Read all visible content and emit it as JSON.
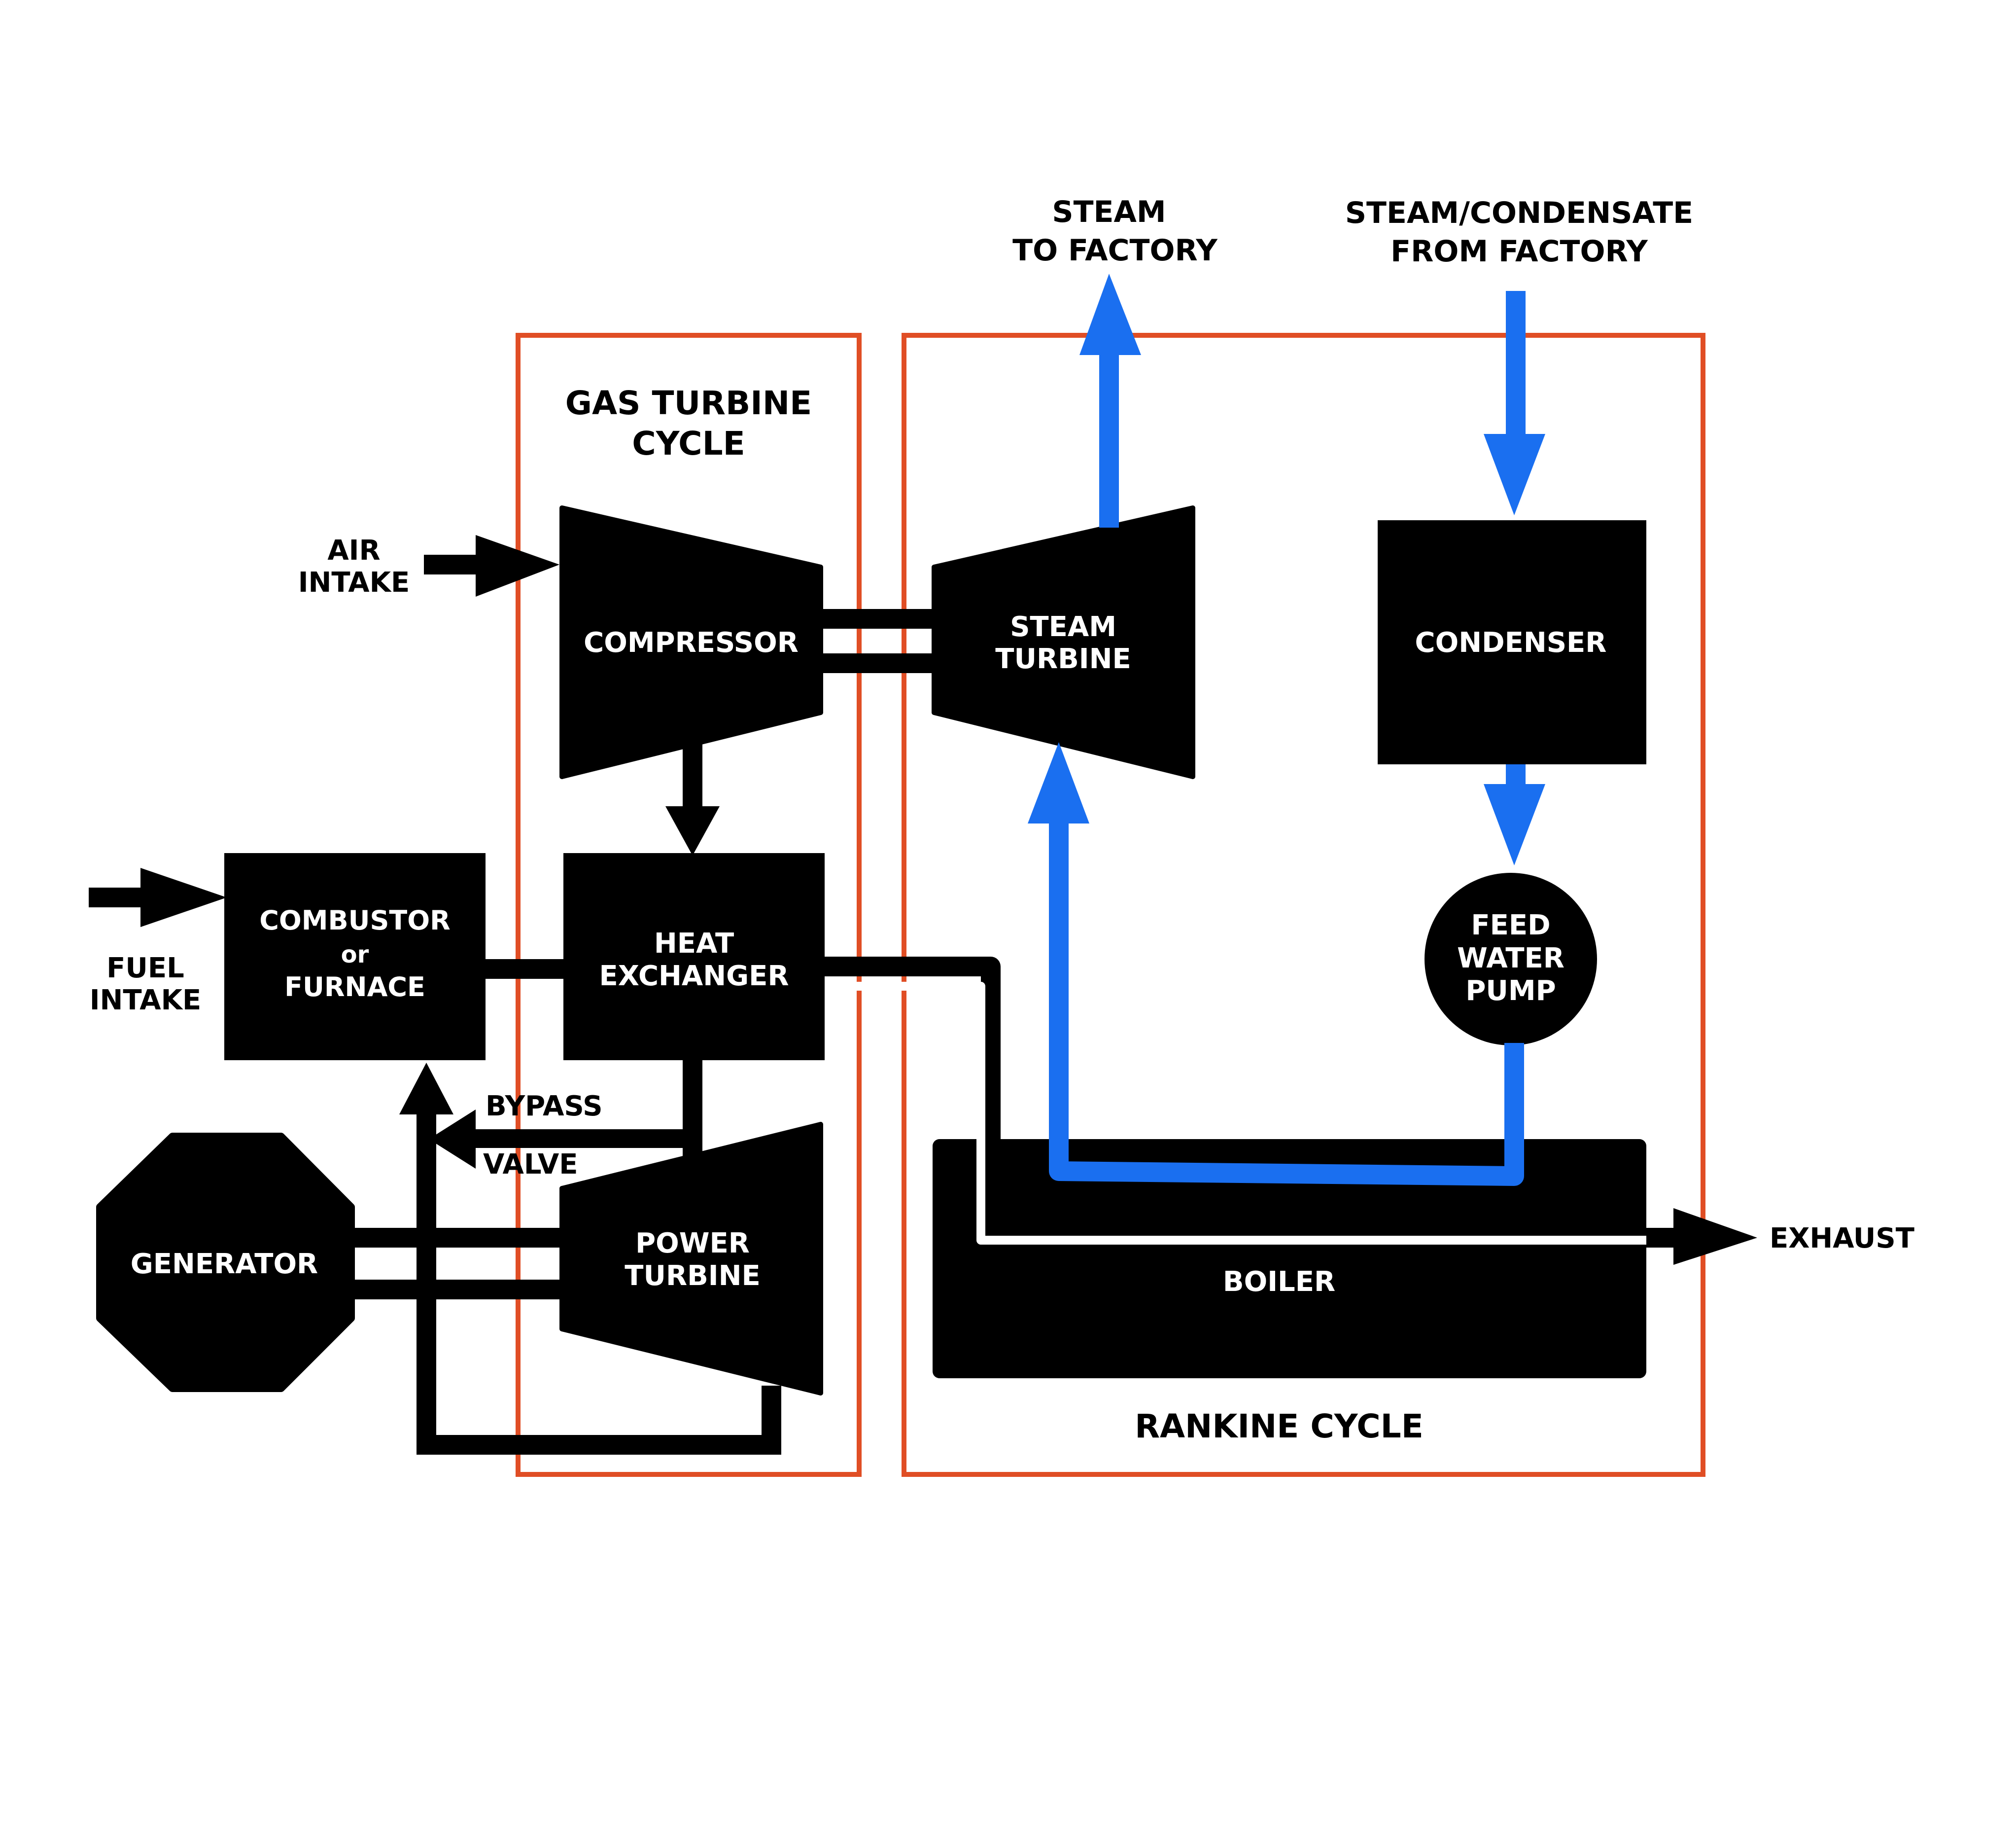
{
  "colors": {
    "background": "#ffffff",
    "component": "#000000",
    "cycle_border": "#e04e25",
    "steam_flow": "#1a6ff0",
    "component_text": "#ffffff",
    "label_text": "#000000"
  },
  "cycles": {
    "gas_turbine": {
      "title_line1": "GAS TURBINE",
      "title_line2": "CYCLE"
    },
    "rankine": {
      "title": "RANKINE CYCLE"
    }
  },
  "components": {
    "compressor": "COMPRESSOR",
    "steam_turbine": {
      "line1": "STEAM",
      "line2": "TURBINE"
    },
    "condenser": "CONDENSER",
    "combustor": {
      "line1": "COMBUSTOR",
      "line2": "or",
      "line3": "FURNACE"
    },
    "heat_exchanger": {
      "line1": "HEAT",
      "line2": "EXCHANGER"
    },
    "feed_water_pump": {
      "line1": "FEED",
      "line2": "WATER",
      "line3": "PUMP"
    },
    "generator": "GENERATOR",
    "power_turbine": {
      "line1": "POWER",
      "line2": "TURBINE"
    },
    "boiler": "BOILER"
  },
  "flows": {
    "steam_to_factory": {
      "line1": "STEAM",
      "line2": "TO FACTORY"
    },
    "steam_from_factory": {
      "line1": "STEAM/CONDENSATE",
      "line2": "FROM FACTORY"
    },
    "air_intake": {
      "line1": "AIR",
      "line2": "INTAKE"
    },
    "fuel_intake": {
      "line1": "FUEL",
      "line2": "INTAKE"
    },
    "bypass_valve": {
      "line1": "BYPASS",
      "line2": "VALVE"
    },
    "exhaust": "EXHAUST"
  }
}
